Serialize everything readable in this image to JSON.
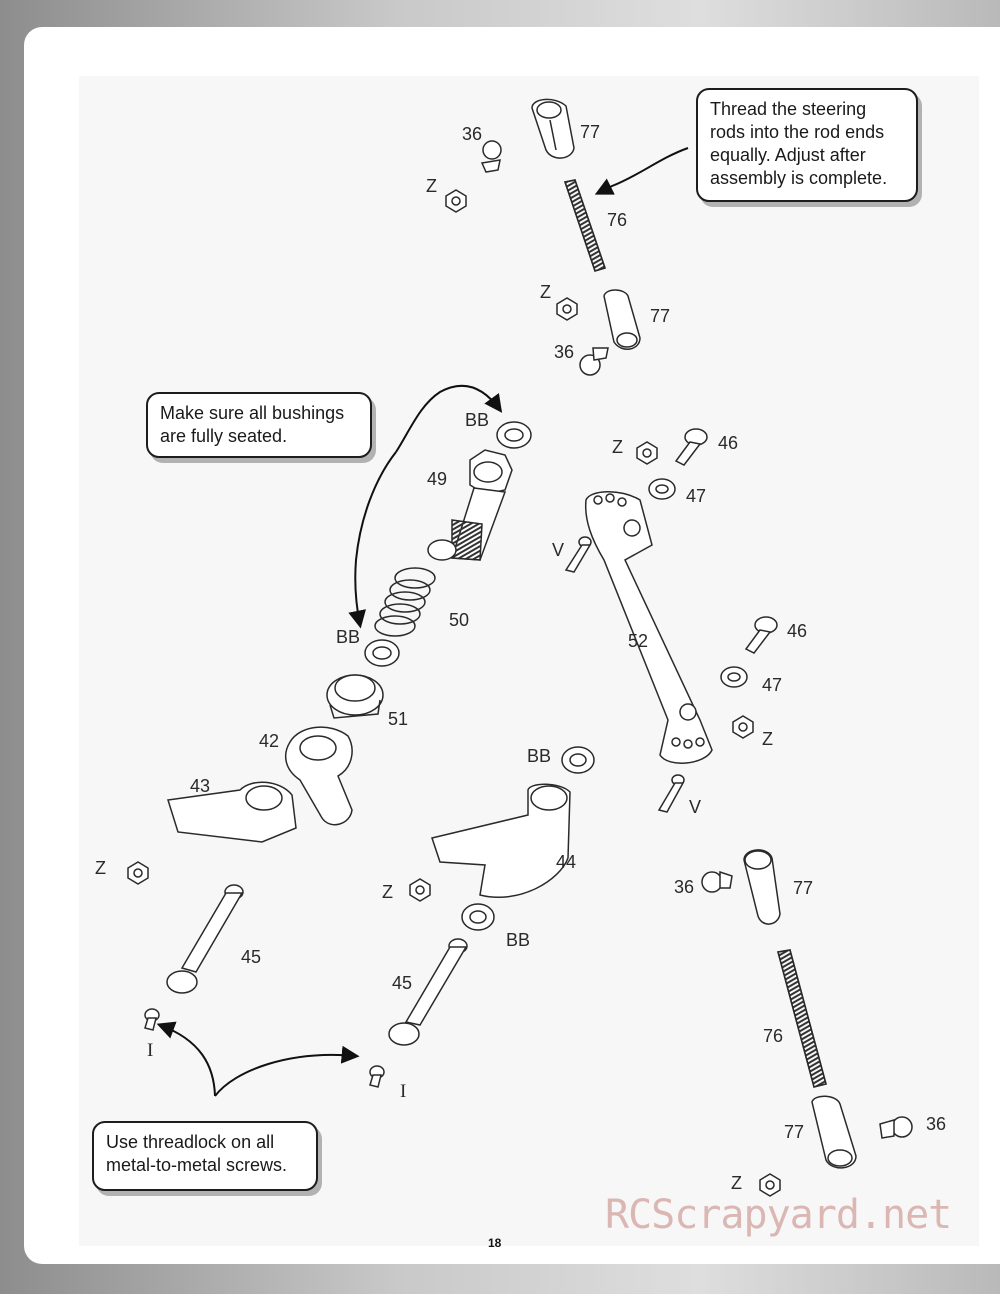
{
  "callouts": {
    "steering_rods": "Thread the steering\nrods into the rod ends\nequally. Adjust after\nassembly is complete.",
    "bushings": "Make sure all bushings\nare fully seated.",
    "threadlock": "Use threadlock on all\nmetal-to-metal screws."
  },
  "labels": {
    "36": "36",
    "77": "77",
    "Z": "Z",
    "76": "76",
    "BB": "BB",
    "49": "49",
    "46": "46",
    "47": "47",
    "V": "V",
    "50": "50",
    "52": "52",
    "51": "51",
    "42": "42",
    "43": "43",
    "44": "44",
    "45": "45",
    "I": "I"
  },
  "page_number": "18",
  "watermark": "RCScrapyard.net"
}
